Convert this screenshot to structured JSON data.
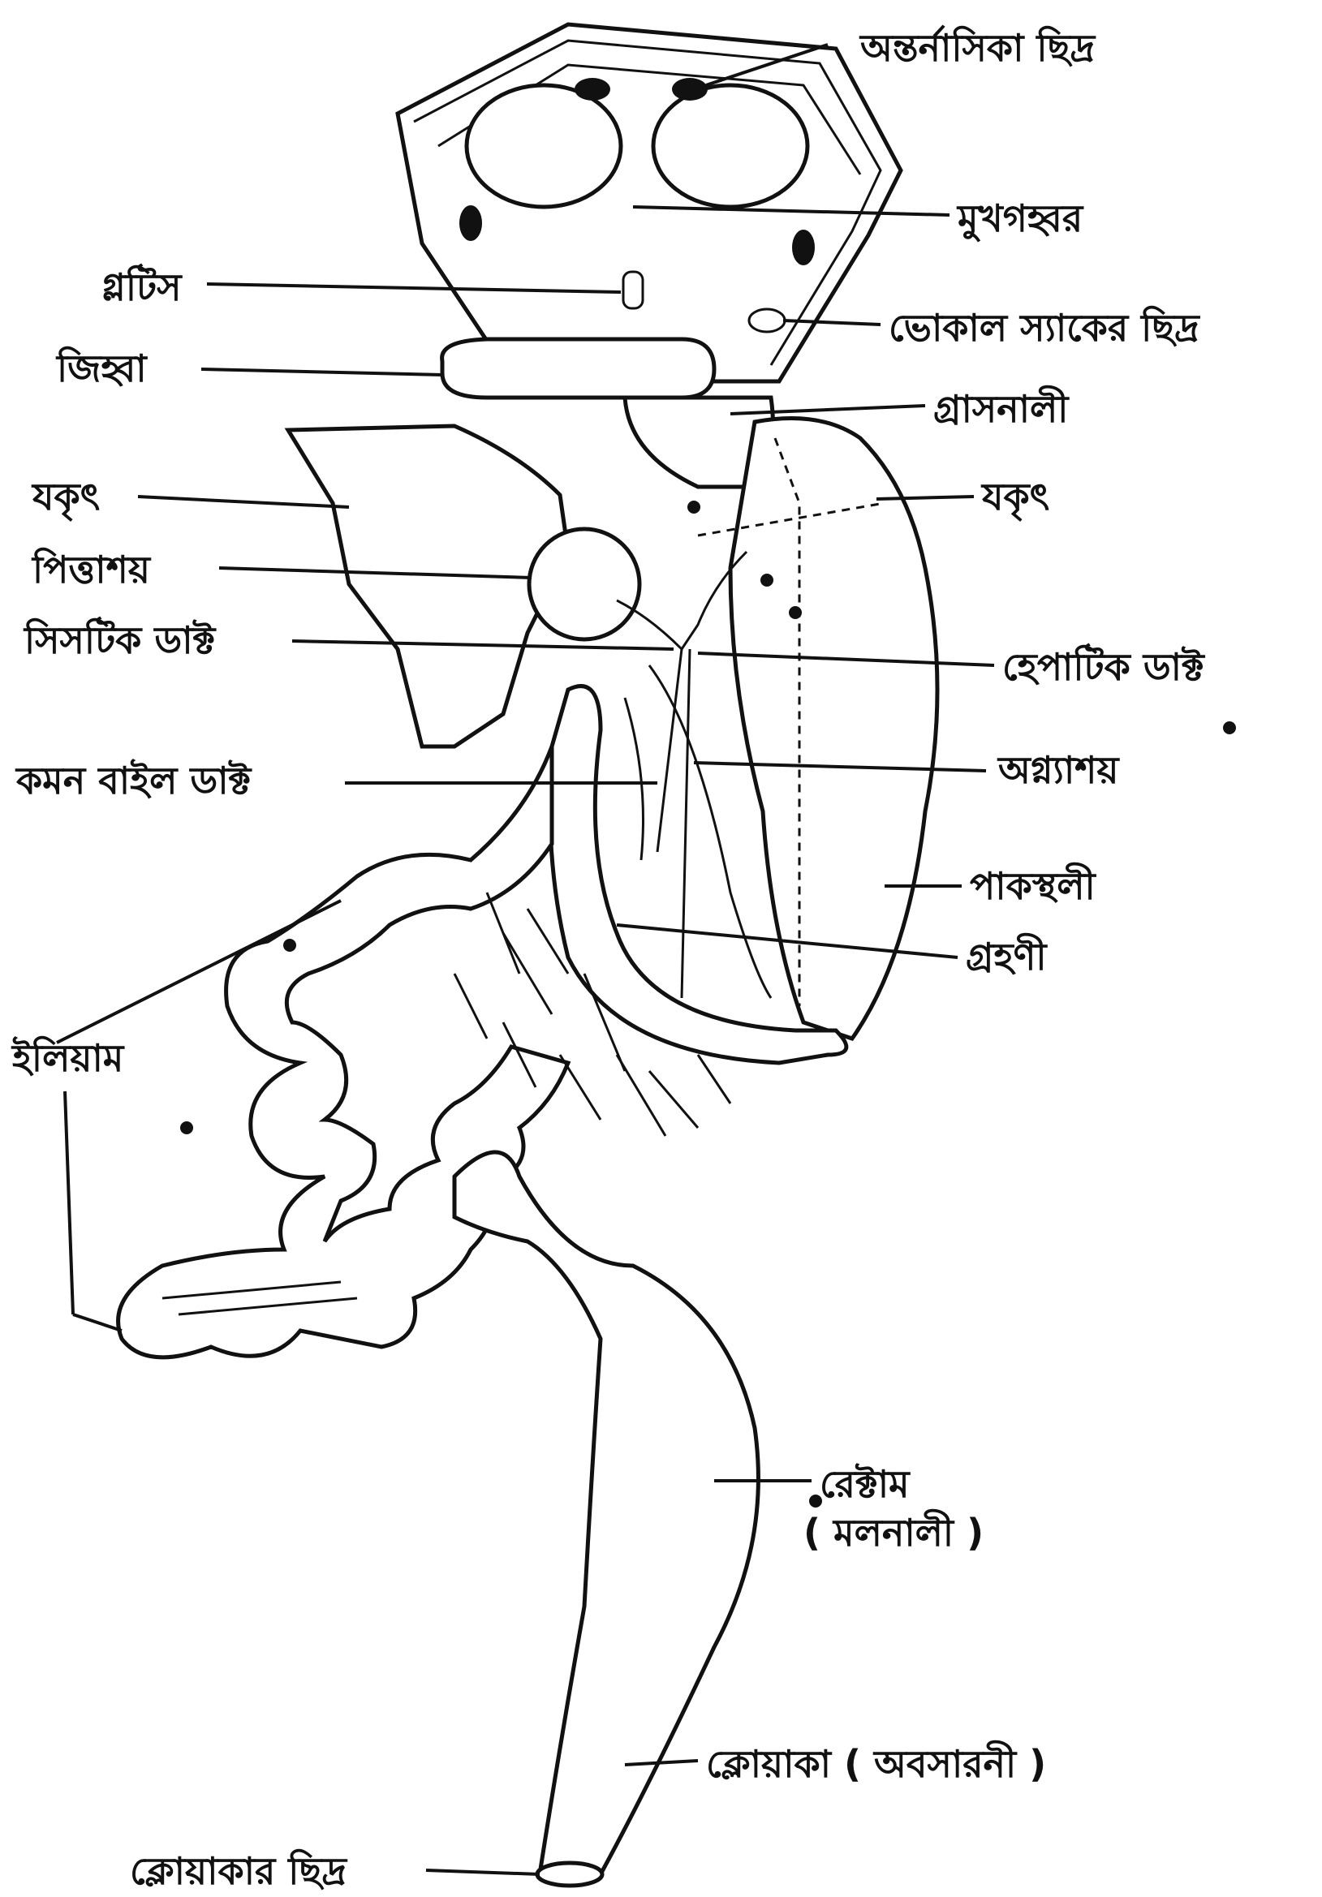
{
  "labels": {
    "internal_nostril": "অন্তর্নাসিকা ছিদ্র",
    "buccal_cavity": "মুখগহ্বর",
    "glottis": "গ্লটিস",
    "vocal_sac_opening": "ভোকাল স্যাকের ছিদ্র",
    "tongue": "জিহ্বা",
    "oesophagus": "গ্রাসনালী",
    "liver_left": "যকৃৎ",
    "liver_right": "যকৃৎ",
    "gall_bladder": "পিত্তাশয়",
    "cystic_duct": "সিসটিক ডাক্ট",
    "hepatic_duct": "হেপাটিক ডাক্ট",
    "common_bile_duct": "কমন বাইল ডাক্ট",
    "pancreas": "অগ্ন্যাশয়",
    "stomach": "পাকস্থলী",
    "duodenum": "গ্রহণী",
    "ileum": "ইলিয়াম",
    "rectum": "রেক্টাম",
    "rectum_alt": "( মলনালী )",
    "cloaca": "ক্লোয়াকা ( অবসারনী )",
    "cloacal_aperture": "ক্লোয়াকার ছিদ্র"
  }
}
